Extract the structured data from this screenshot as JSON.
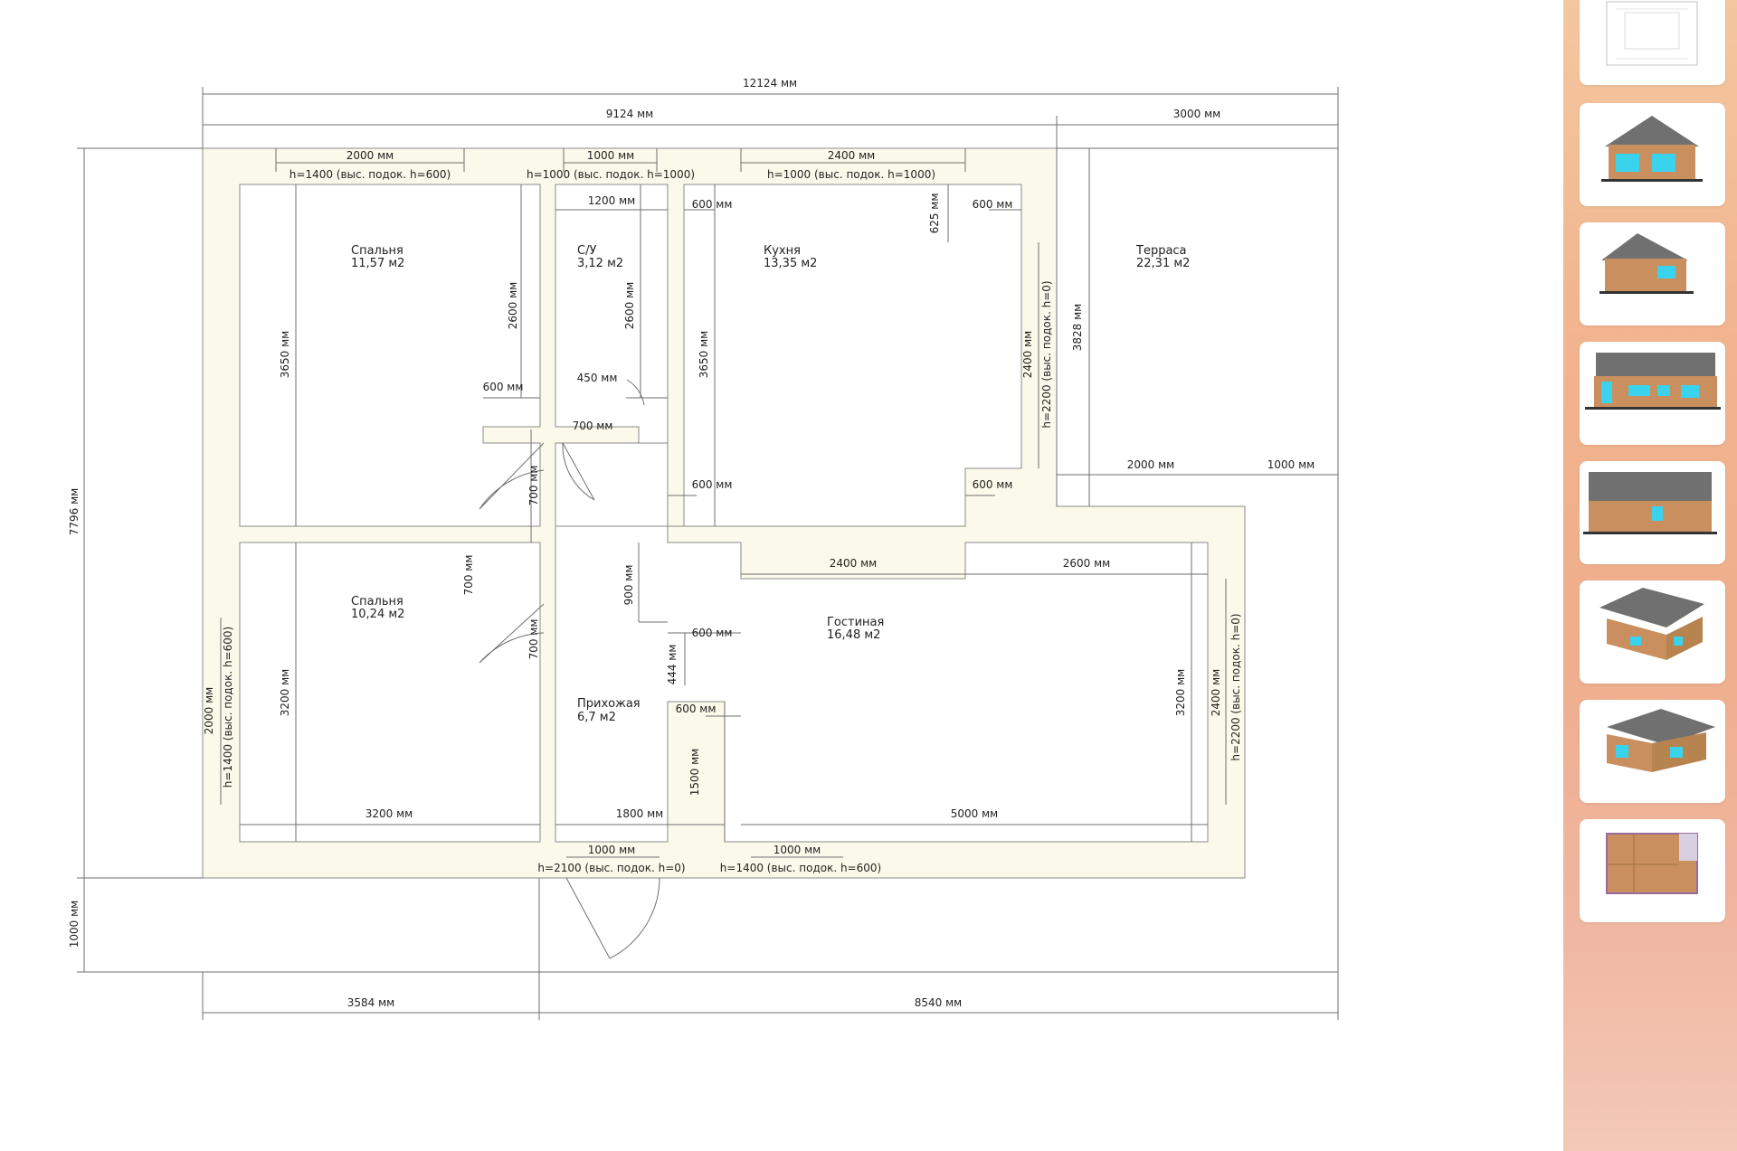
{
  "plan": {
    "overall_width": "12124 мм",
    "overall_height": "7796 мм",
    "house_width": "9124 мм",
    "terrace_width": "3000 мм",
    "porch_depth": "1000 мм",
    "bottom_left": "3584 мм",
    "bottom_right": "8540 мм",
    "rooms": {
      "bedroom1": {
        "name": "Спальня",
        "area": "11,57 м2"
      },
      "wc": {
        "name": "С/У",
        "area": "3,12 м2"
      },
      "kitchen": {
        "name": "Кухня",
        "area": "13,35 м2"
      },
      "terrace": {
        "name": "Терраса",
        "area": "22,31 м2"
      },
      "bedroom2": {
        "name": "Спальня",
        "area": "10,24 м2"
      },
      "living": {
        "name": "Гостиная",
        "area": "16,48 м2"
      },
      "hall": {
        "name": "Прихожая",
        "area": "6,7 м2"
      }
    },
    "windows": {
      "bed1_w": "2000 мм",
      "bed1_h": "h=1400 (выс. подок. h=600)",
      "wc_w": "1000 мм",
      "wc_h": "h=1000 (выс. подок. h=1000)",
      "kit_w": "2400 мм",
      "kit_h": "h=1000 (выс. подок. h=1000)",
      "bed2_w": "2000 мм",
      "bed2_h": "h=1400 (выс. подок. h=600)",
      "kit_door_w": "2400 мм",
      "kit_door_h": "h=2200 (выс. подок. h=0)",
      "liv_door_w": "2400 мм",
      "liv_door_h": "h=2200 (выс. подок. h=0)",
      "entry_w": "1000 мм",
      "entry_h": "h=2100 (выс. подок. h=0)",
      "liv_win_w": "1000 мм",
      "liv_win_h": "h=1400 (выс. подок. h=600)"
    },
    "dims": {
      "d1200": "1200 мм",
      "d600a": "600 мм",
      "d600b": "600 мм",
      "d625": "625 мм",
      "d2600a": "2600 мм",
      "d2600b": "2600 мм",
      "d3650a": "3650 мм",
      "d3650b": "3650 мм",
      "d3828": "3828 мм",
      "d600c": "600 мм",
      "d450": "450 мм",
      "d700a": "700 мм",
      "d700b": "700 мм",
      "d600d": "600 мм",
      "d600e": "600 мм",
      "d2000t": "2000 мм",
      "d1000t": "1000 мм",
      "d700c": "700 мм",
      "d900": "900 мм",
      "d2400m": "2400 мм",
      "d2600m": "2600 мм",
      "d700d": "700 мм",
      "d600f": "600 мм",
      "d444": "444 мм",
      "d3200a": "3200 мм",
      "d600g": "600 мм",
      "d1500": "1500 мм",
      "d3200b": "3200 мм",
      "d3200c": "3200 мм",
      "d1800": "1800 мм",
      "d5000": "5000 мм"
    }
  },
  "sidebar": {
    "thumbnails": [
      "plan-thumbnail",
      "front-elevation",
      "side-elevation",
      "rear-elevation",
      "left-elevation",
      "3d-view-front",
      "3d-view-back",
      "floor-texture-plan"
    ]
  },
  "colors": {
    "wall_fill": "#fbfaea",
    "line": "#6f6f6f",
    "text": "#222222",
    "accent_blue": "#39d3ee",
    "wood": "#c98f5e",
    "roof": "#707070"
  }
}
